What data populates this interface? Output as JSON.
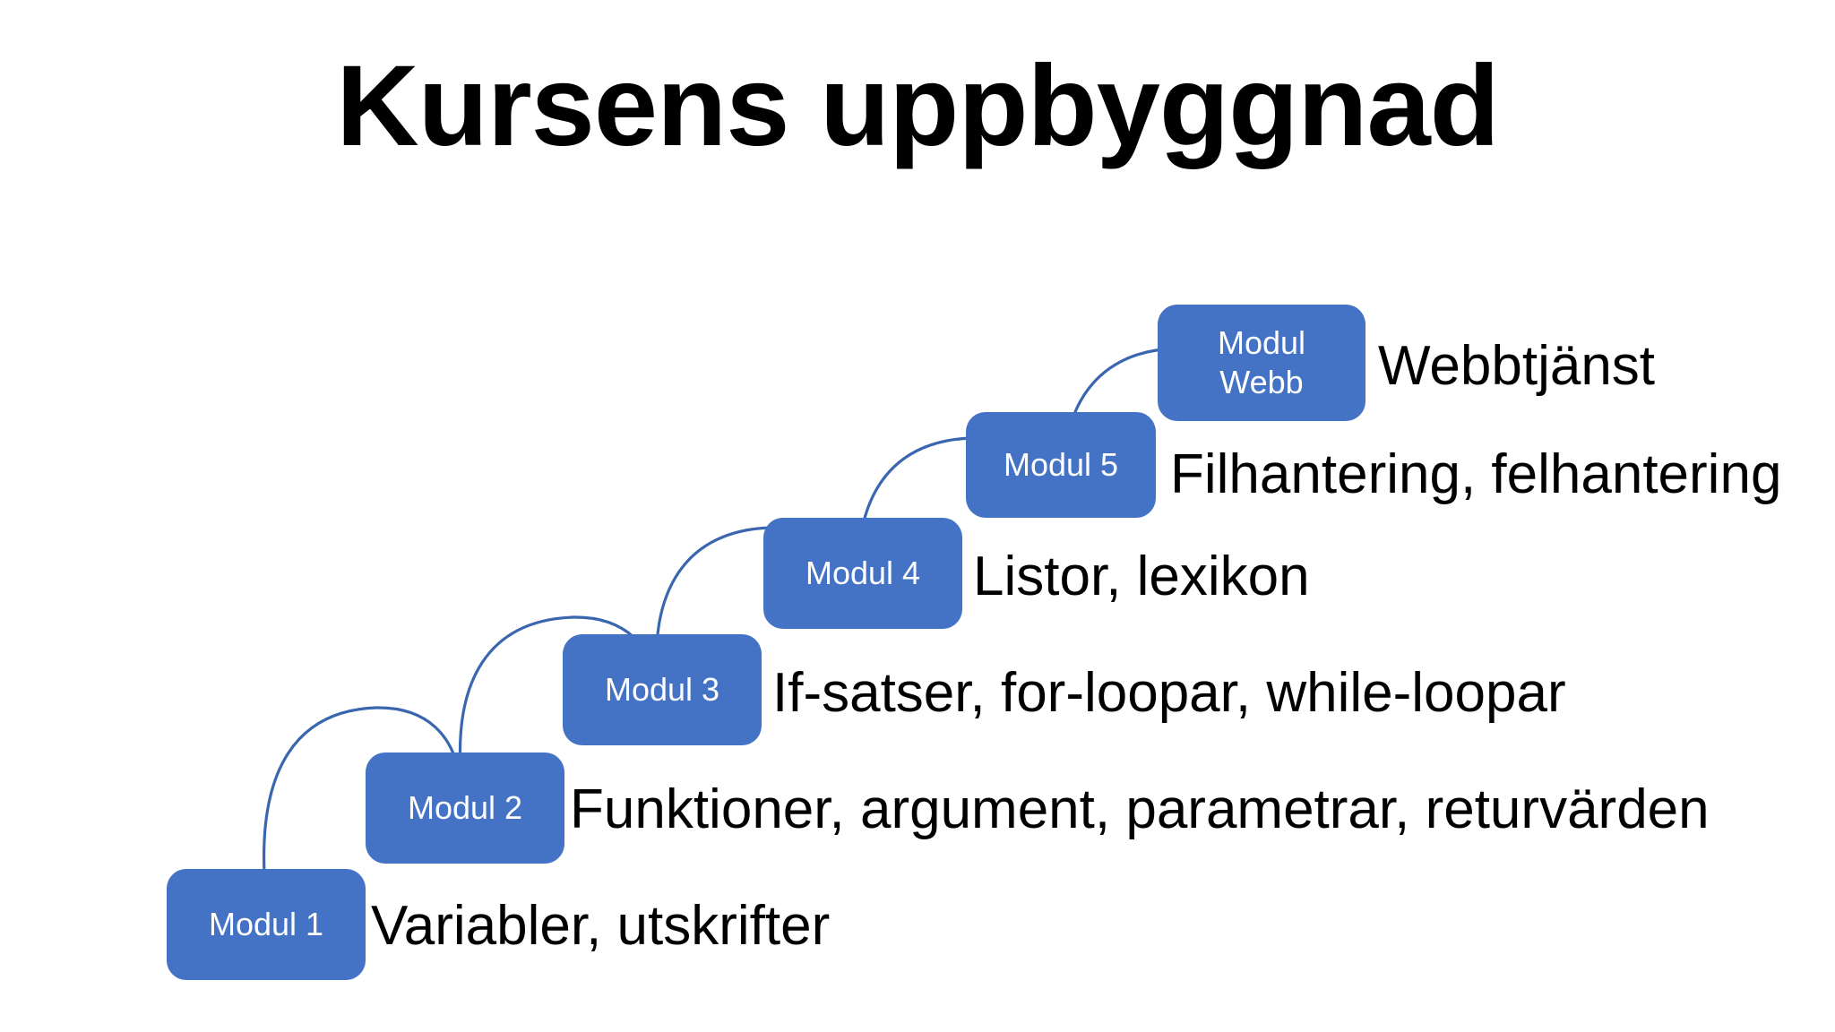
{
  "slide": {
    "title": "Kursens uppbyggnad",
    "background_color": "#FFFFFF",
    "box_fill_color": "#4472C4",
    "box_text_color": "#FFFFFF",
    "arrow_color": "#3A66B0",
    "description_text_color": "#000000"
  },
  "modules": [
    {
      "box_label": "Modul 1",
      "description": "Variabler, utskrifter"
    },
    {
      "box_label": "Modul 2",
      "description": "Funktioner, argument, parametrar, returvärden"
    },
    {
      "box_label": "Modul 3",
      "description": "If-satser, for-loopar, while-loopar"
    },
    {
      "box_label": "Modul 4",
      "description": "Listor, lexikon"
    },
    {
      "box_label": "Modul 5",
      "description": "Filhantering, felhantering"
    },
    {
      "box_label": "Modul\nWebb",
      "description": "Webbtjänst"
    }
  ]
}
